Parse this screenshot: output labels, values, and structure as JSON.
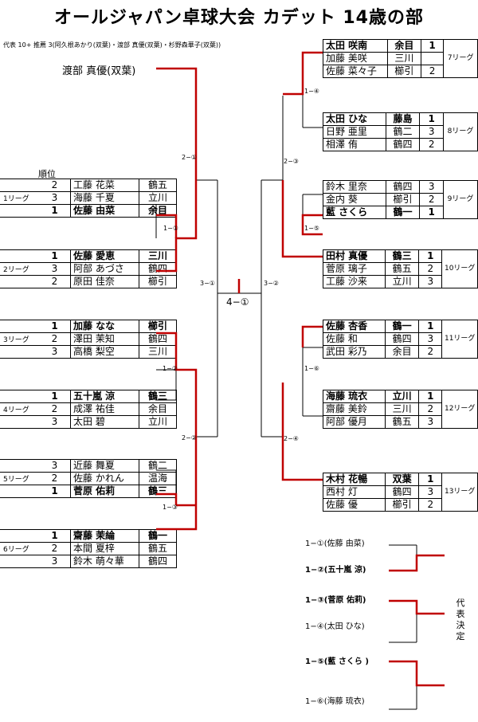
{
  "title": "オールジャパン卓球大会 カデット 14歳の部",
  "subtitle": "代表 10+ 推薦 3(阿久根あかり(双葉)・渡部 真優(双葉)・杉野森華子(双葉))",
  "top_seed": "渡部 真優(双葉)",
  "rank_header": "順位",
  "left_leagues": [
    {
      "label": "1リーグ",
      "rows": [
        [
          "2",
          "工藤 花菜",
          "鶴五"
        ],
        [
          "3",
          "海藤 千夏",
          "立川"
        ],
        [
          "1",
          "佐藤 由菜",
          "余目"
        ]
      ]
    },
    {
      "label": "2リーグ",
      "rows": [
        [
          "1",
          "佐藤 愛恵",
          "三川"
        ],
        [
          "3",
          "阿部 あづさ",
          "鶴四"
        ],
        [
          "2",
          "原田 佳奈",
          "櫛引"
        ]
      ]
    },
    {
      "label": "3リーグ",
      "rows": [
        [
          "1",
          "加藤 なな",
          "櫛引"
        ],
        [
          "2",
          "澤田 茉知",
          "鶴四"
        ],
        [
          "3",
          "高橋 梨空",
          "三川"
        ]
      ]
    },
    {
      "label": "4リーグ",
      "rows": [
        [
          "1",
          "五十嵐 涼",
          "鶴三"
        ],
        [
          "2",
          "成澤 祐佳",
          "余目"
        ],
        [
          "3",
          "太田 碧",
          "立川"
        ]
      ]
    },
    {
      "label": "5リーグ",
      "rows": [
        [
          "3",
          "近藤 舞夏",
          "鶴二"
        ],
        [
          "2",
          "佐藤 かれん",
          "温海"
        ],
        [
          "1",
          "菅原 佑莉",
          "鶴三"
        ]
      ]
    },
    {
      "label": "6リーグ",
      "rows": [
        [
          "1",
          "齋藤 茉綸",
          "鶴一"
        ],
        [
          "2",
          "本間 夏梓",
          "鶴五"
        ],
        [
          "3",
          "鈴木 萌々華",
          "鶴四"
        ]
      ]
    }
  ],
  "right_leagues": [
    {
      "label": "7リーグ",
      "rows": [
        [
          "太田 咲南",
          "余目",
          "1"
        ],
        [
          "加藤 美咲",
          "三川",
          ""
        ],
        [
          "佐藤 菜々子",
          "櫛引",
          "2"
        ]
      ]
    },
    {
      "label": "8リーグ",
      "rows": [
        [
          "太田 ひな",
          "藤島",
          "1"
        ],
        [
          "日野 亜里",
          "鶴二",
          "3"
        ],
        [
          "相澤 侑",
          "鶴四",
          "2"
        ]
      ]
    },
    {
      "label": "9リーグ",
      "rows": [
        [
          "鈴木 里奈",
          "鶴四",
          "3"
        ],
        [
          "金内 葵",
          "櫛引",
          "2"
        ],
        [
          "藍 さくら",
          "鶴一",
          "1"
        ]
      ]
    },
    {
      "label": "10リーグ",
      "rows": [
        [
          "田村 真優",
          "鶴三",
          "1"
        ],
        [
          "菅原 璃子",
          "鶴五",
          "2"
        ],
        [
          "工藤 沙来",
          "立川",
          "3"
        ]
      ]
    },
    {
      "label": "11リーグ",
      "rows": [
        [
          "佐藤 杏香",
          "鶴一",
          "1"
        ],
        [
          "佐藤 和",
          "鶴四",
          "3"
        ],
        [
          "武田 彩乃",
          "余目",
          "2"
        ]
      ]
    },
    {
      "label": "12リーグ",
      "rows": [
        [
          "海藤 琉衣",
          "立川",
          "1"
        ],
        [
          "齋藤 美鈴",
          "三川",
          "2"
        ],
        [
          "阿部 優月",
          "鶴五",
          "3"
        ]
      ]
    },
    {
      "label": "13リーグ",
      "rows": [
        [
          "木村 花暢",
          "双葉",
          "1"
        ],
        [
          "西村 灯",
          "鶴四",
          "3"
        ],
        [
          "佐藤 優",
          "櫛引",
          "2"
        ]
      ]
    }
  ],
  "bracket_labels": {
    "l_1_1": "1−①",
    "l_2_1": "2−①",
    "l_1_2": "1−②",
    "l_1_3": "1−③",
    "l_2_2": "2−②",
    "l_3_1": "3−①",
    "center": "4−①",
    "r_1_4": "1−④",
    "r_2_3": "2−③",
    "r_1_5": "1−⑤",
    "r_3_2": "3−②",
    "r_1_6": "1−⑥",
    "r_2_4": "2−④"
  },
  "results": [
    {
      "text": "1−①(佐藤 由菜)",
      "bold": false
    },
    {
      "text": "1−②(五十嵐 涼)",
      "bold": true
    },
    {
      "text": "1−③(菅原 佑莉)",
      "bold": true
    },
    {
      "text": "1−④(太田 ひな)",
      "bold": false
    },
    {
      "text": "1−⑤(藍 さくら )",
      "bold": true
    },
    {
      "text": "1−⑥(海藤 琉衣)",
      "bold": false
    }
  ],
  "daihyo": "代表決定",
  "colors": {
    "win_line": "#c00000",
    "line": "#000000"
  }
}
